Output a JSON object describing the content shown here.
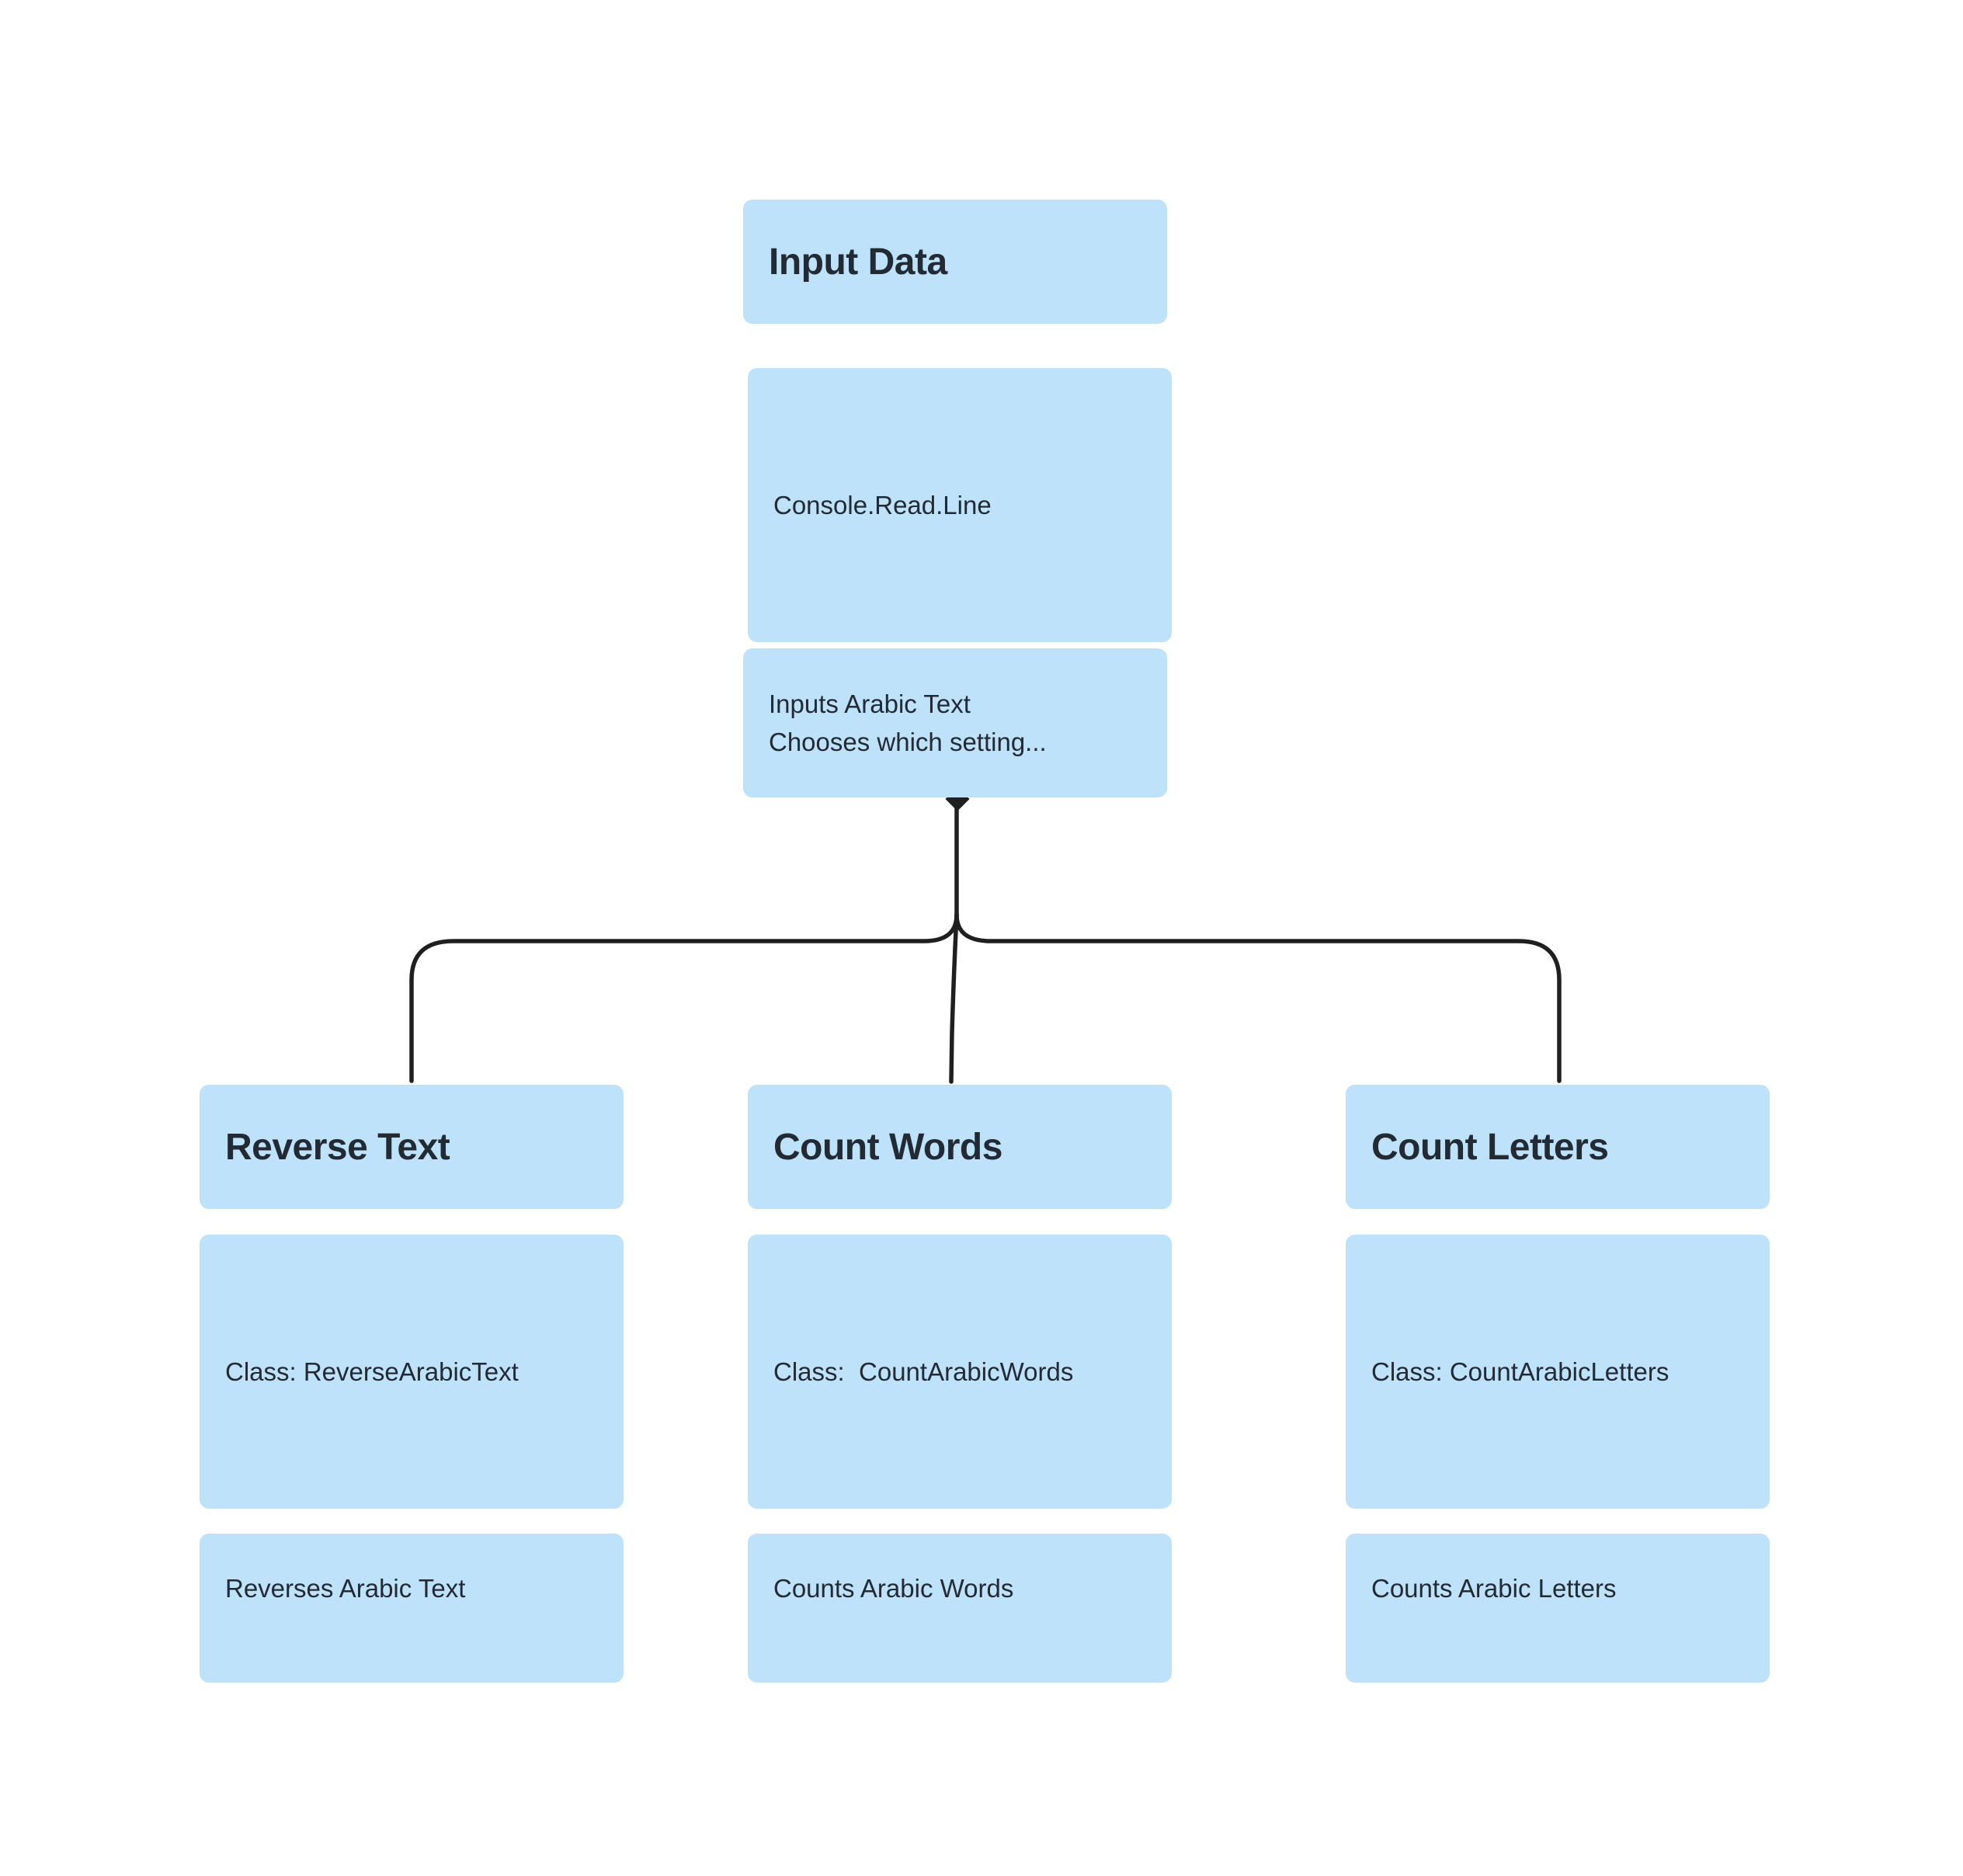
{
  "input": {
    "title": "Input Data",
    "method": "Console.Read.Line",
    "description_lines": [
      "Inputs Arabic Text",
      "Chooses which setting..."
    ]
  },
  "modules": [
    {
      "title": "Reverse Text",
      "class_label": "Class: ReverseArabicText",
      "description": "Reverses Arabic Text"
    },
    {
      "title": "Count Words",
      "class_label": "Class:  CountArabicWords",
      "description": "Counts Arabic Words"
    },
    {
      "title": "Count Letters",
      "class_label": "Class: CountArabicLetters",
      "description": "Counts Arabic Letters"
    }
  ],
  "colors": {
    "box_fill": "#bfe2fb",
    "text": "#222a33",
    "connector": "#1f1f1f"
  }
}
